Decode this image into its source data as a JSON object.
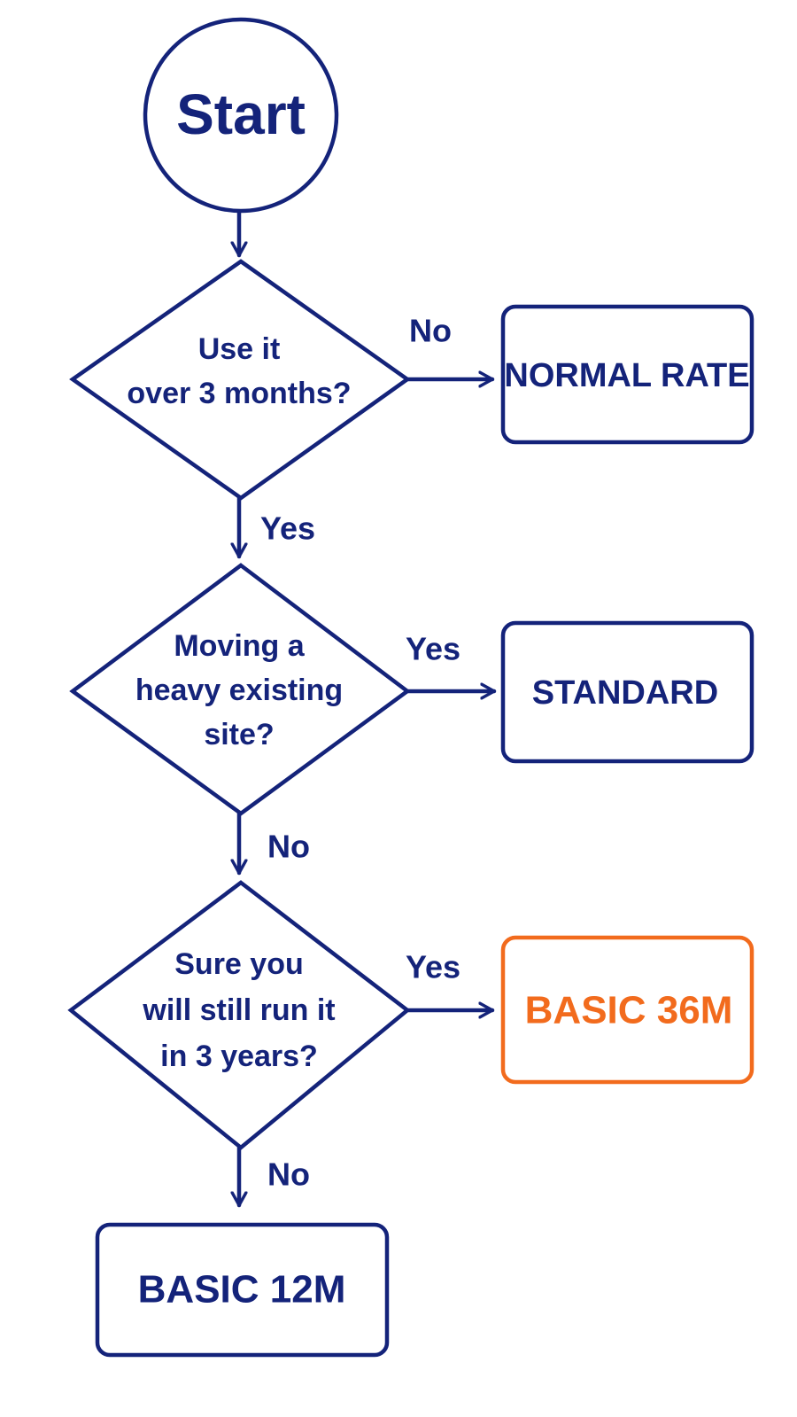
{
  "colors": {
    "primary": "#14237a",
    "accent": "#f26b1d",
    "background": "#ffffff"
  },
  "start": {
    "label": "Start"
  },
  "decisions": [
    {
      "lines": [
        "Use it",
        "over 3 months?"
      ]
    },
    {
      "lines": [
        "Moving a",
        "heavy existing",
        "site?"
      ]
    },
    {
      "lines": [
        "Sure you",
        "will still run it",
        "in 3 years?"
      ]
    }
  ],
  "outcomes": {
    "normal_rate": "NORMAL RATE",
    "standard": "STANDARD",
    "basic_36m": "BASIC 36M",
    "basic_12m": "BASIC 12M"
  },
  "edge_labels": {
    "q1_no": "No",
    "q1_yes": "Yes",
    "q2_yes": "Yes",
    "q2_no": "No",
    "q3_yes": "Yes",
    "q3_no": "No"
  }
}
